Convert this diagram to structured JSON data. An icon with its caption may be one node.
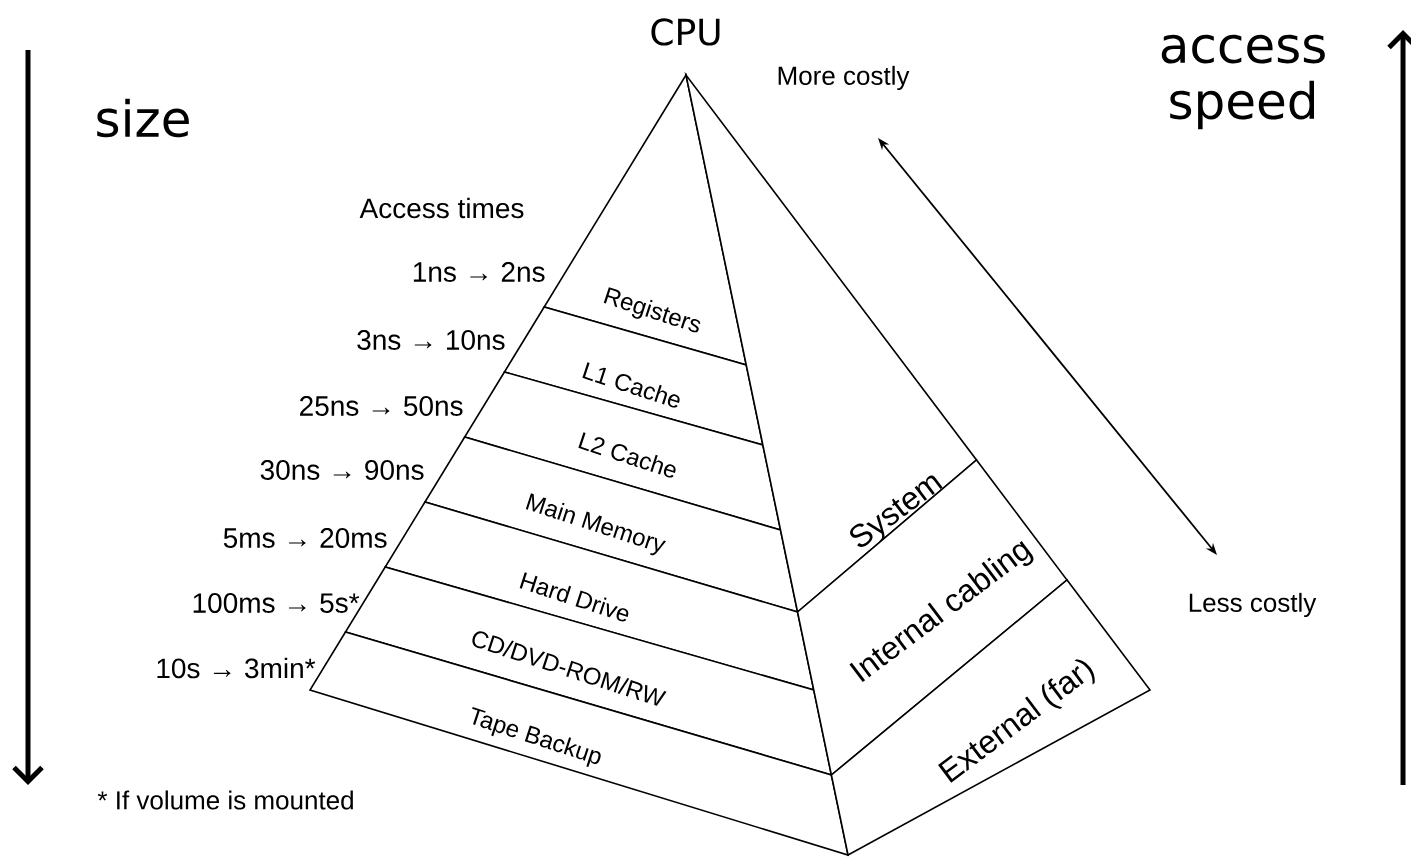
{
  "diagram": {
    "nodes": [
      {
        "text": [
          "Registers"
        ]
      },
      {
        "text": [
          "L1 Cache"
        ]
      },
      {
        "text": [
          "L2 Cache"
        ]
      },
      {
        "text": [
          "Main Memory"
        ]
      },
      {
        "text": [
          "Hard Drive"
        ]
      },
      {
        "text": [
          "CD/DVD-ROM/RW"
        ]
      },
      {
        "text": [
          "Tape Backup"
        ]
      },
      {
        "text": [
          "System"
        ]
      },
      {
        "text": [
          "Internal cabling"
        ]
      },
      {
        "text": [
          "External (far)"
        ]
      }
    ],
    "labels": [
      "CPU",
      "size",
      "access speed",
      "More costly",
      "Access times",
      "1ns → 2ns",
      "3ns → 10ns",
      "25ns → 50ns",
      "30ns → 90ns",
      "5ms → 20ms",
      "100ms → 5s*",
      "10s → 3min*",
      "Less costly",
      "* If volume is mounted"
    ]
  }
}
